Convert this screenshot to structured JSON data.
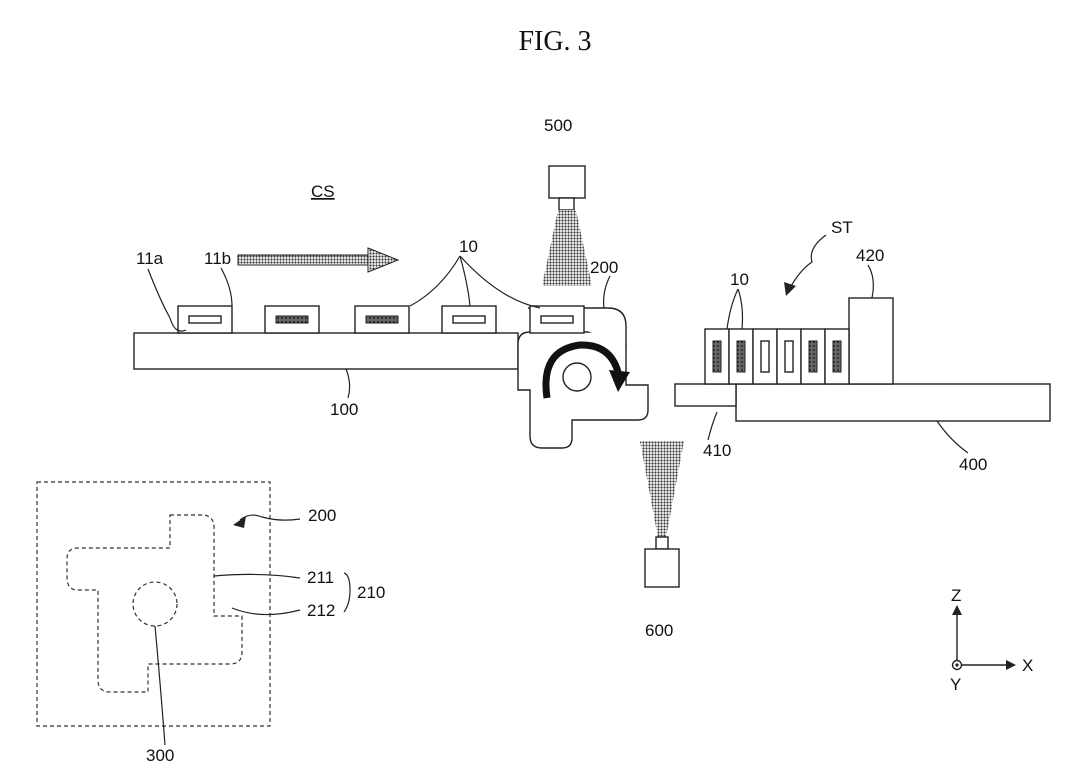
{
  "figure": {
    "title": "FIG. 3"
  },
  "labels": {
    "cs": "CS",
    "st": "ST",
    "l_11a": "11a",
    "l_11b": "11b",
    "l_10_left": "10",
    "l_10_right": "10",
    "l_200_top": "200",
    "l_200_inset": "200",
    "l_100": "100",
    "l_500": "500",
    "l_600": "600",
    "l_400": "400",
    "l_410": "410",
    "l_420": "420",
    "l_211": "211",
    "l_212": "212",
    "l_210": "210",
    "l_300": "300"
  },
  "axes": {
    "z": "Z",
    "x": "X",
    "y": "Y"
  }
}
